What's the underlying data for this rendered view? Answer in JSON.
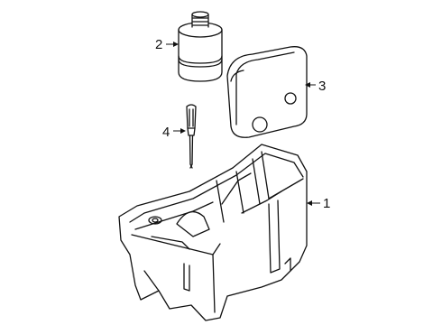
{
  "callouts": [
    {
      "number": "1",
      "part": "storage-tray"
    },
    {
      "number": "2",
      "part": "compressor-canister"
    },
    {
      "number": "3",
      "part": "sealant-box"
    },
    {
      "number": "4",
      "part": "screwdriver"
    }
  ]
}
